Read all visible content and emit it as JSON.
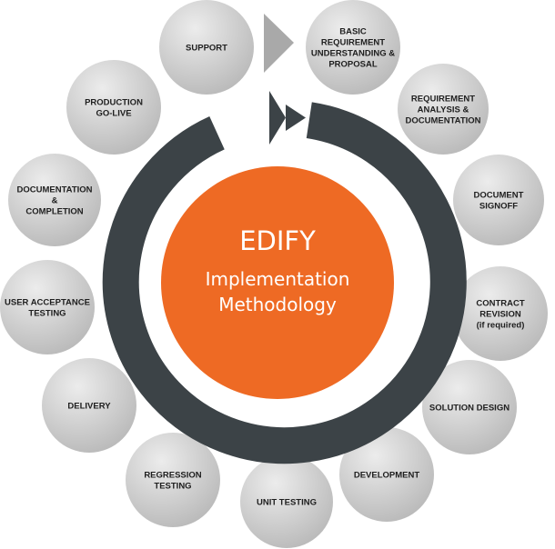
{
  "center": {
    "title": "EDIFY",
    "subtitle_line1": "Implementation",
    "subtitle_line2": "Methodology"
  },
  "colors": {
    "center_fill": "#ee6a24",
    "ring": "#3c4347",
    "bubble_light": "#ececec",
    "bubble_dark": "#b9b9b9",
    "pointer": "#a9a9a9",
    "label": "#1e1e1e"
  },
  "steps": [
    {
      "lines": [
        "BASIC",
        "REQUIREMENT",
        "UNDERSTANDING &",
        "PROPOSAL"
      ]
    },
    {
      "lines": [
        "REQUIREMENT",
        "ANALYSIS  &",
        "DOCUMENTATION"
      ]
    },
    {
      "lines": [
        "DOCUMENT",
        "SIGNOFF"
      ]
    },
    {
      "lines": [
        "CONTRACT",
        "REVISION",
        "(if required)"
      ]
    },
    {
      "lines": [
        "SOLUTION DESIGN"
      ]
    },
    {
      "lines": [
        "DEVELOPMENT"
      ]
    },
    {
      "lines": [
        "UNIT TESTING"
      ]
    },
    {
      "lines": [
        "REGRESSION",
        "TESTING"
      ]
    },
    {
      "lines": [
        "DELIVERY"
      ]
    },
    {
      "lines": [
        "USER ACCEPTANCE",
        "TESTING"
      ]
    },
    {
      "lines": [
        "DOCUMENTATION",
        "&",
        "COMPLETION"
      ]
    },
    {
      "lines": [
        "PRODUCTION",
        "GO-LIVE"
      ]
    },
    {
      "lines": [
        "SUPPORT"
      ]
    }
  ]
}
